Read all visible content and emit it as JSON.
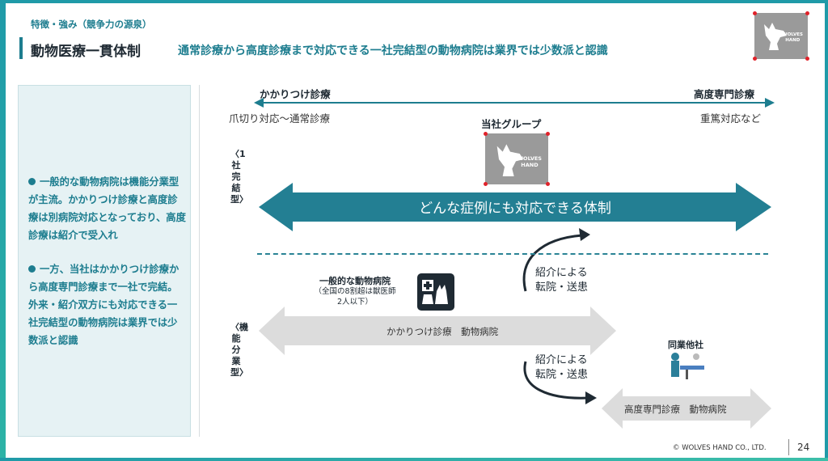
{
  "header": {
    "section_label": "特徴・強み（競争力の源泉）",
    "title": "動物医療一貫体制",
    "subtitle": "通常診療から高度診療まで対応できる一社完結型の動物病院は業界では少数派と認識"
  },
  "logo": {
    "line1": "WOLVES",
    "line2": "HAND"
  },
  "left_panel": {
    "bullets": [
      "一般的な動物病院は機能分業型が主流。かかりつけ診療と高度診療は別病院対応となっており、高度診療は紹介で受入れ",
      "一方、当社はかかりつけ診療から高度専門診療まで一社で完結。外来・紹介双方にも対応できる一社完結型の動物病院は業界では少数派と認識"
    ]
  },
  "diagram": {
    "left_end_label": "かかりつけ診療",
    "right_end_label": "高度専門診療",
    "left_sub_label": "爪切り対応〜通常診療",
    "right_sub_label": "重篤対応など",
    "vertical_top": "〈1社完結型〉",
    "vertical_bottom": "〈機能分業型〉",
    "group_label": "当社グループ",
    "group_logo_line1": "WOLVES",
    "group_logo_line2": "HAND",
    "big_arrow_text": "どんな症例にも対応できる体制",
    "general_title": "一般的な動物病院",
    "general_sub_1": "（全国の8割超は獣医師",
    "general_sub_2": "2人以下）",
    "gray_arrow_1": "かかりつけ診療　動物病院",
    "intro_1_line1": "紹介による",
    "intro_1_line2": "転院・送患",
    "intro_2_line1": "紹介による",
    "intro_2_line2": "転院・送患",
    "other_title": "同業他社",
    "gray_arrow_2": "高度専門診療　動物病院",
    "colors": {
      "teal": "#1d7d8f",
      "gray_arrow": "#dcdcdc"
    }
  },
  "footer": {
    "copyright": "© WOLVES HAND CO., LTD.",
    "page": "24"
  }
}
